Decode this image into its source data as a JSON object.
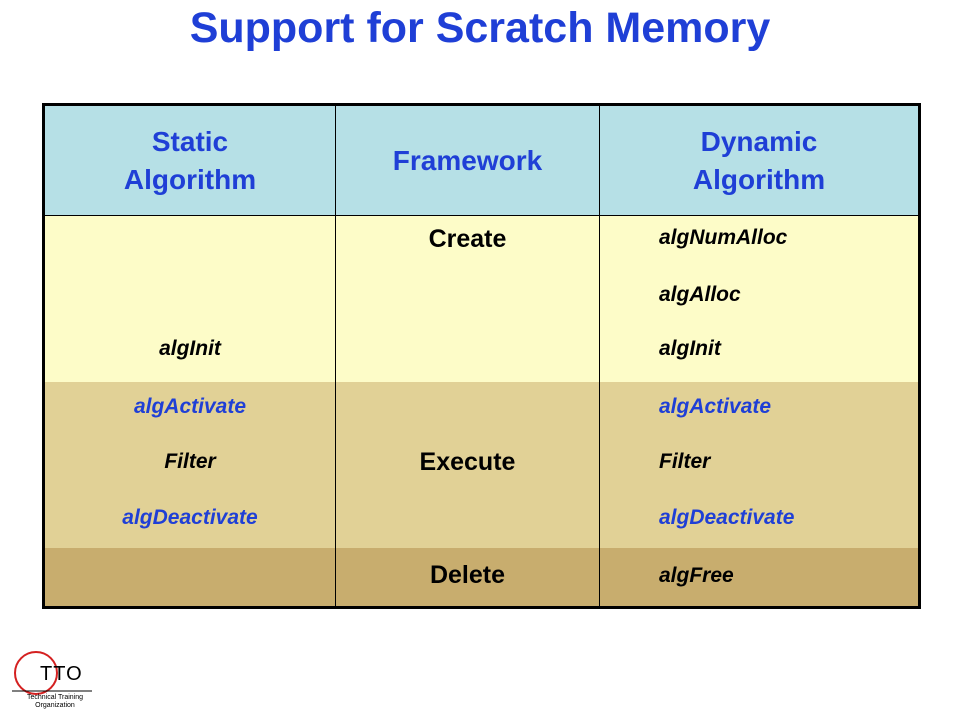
{
  "slide": {
    "title": "Support for Scratch Memory"
  },
  "table": {
    "headers": {
      "static_line1": "Static",
      "static_line2": "Algorithm",
      "framework": "Framework",
      "dynamic_line1": "Dynamic",
      "dynamic_line2": "Algorithm"
    },
    "create": {
      "phase": "Create",
      "static": [
        "algInit"
      ],
      "dynamic": [
        "algNumAlloc",
        "algAlloc",
        "algInit"
      ]
    },
    "execute": {
      "phase": "Execute",
      "static": [
        "algActivate",
        "Filter",
        "algDeactivate"
      ],
      "dynamic": [
        "algActivate",
        "Filter",
        "algDeactivate"
      ]
    },
    "delete": {
      "phase": "Delete",
      "dynamic": [
        "algFree"
      ]
    }
  },
  "logo": {
    "mark": "TTO",
    "sub_line1": "Technical Training",
    "sub_line2": "Organization"
  },
  "colors": {
    "title": "#1f3fd6",
    "header_bg": "#b6e0e6",
    "create_bg": "#fdfcc8",
    "execute_bg": "#e1d196",
    "delete_bg": "#c8ad6e",
    "logo_ring": "#d42020"
  }
}
